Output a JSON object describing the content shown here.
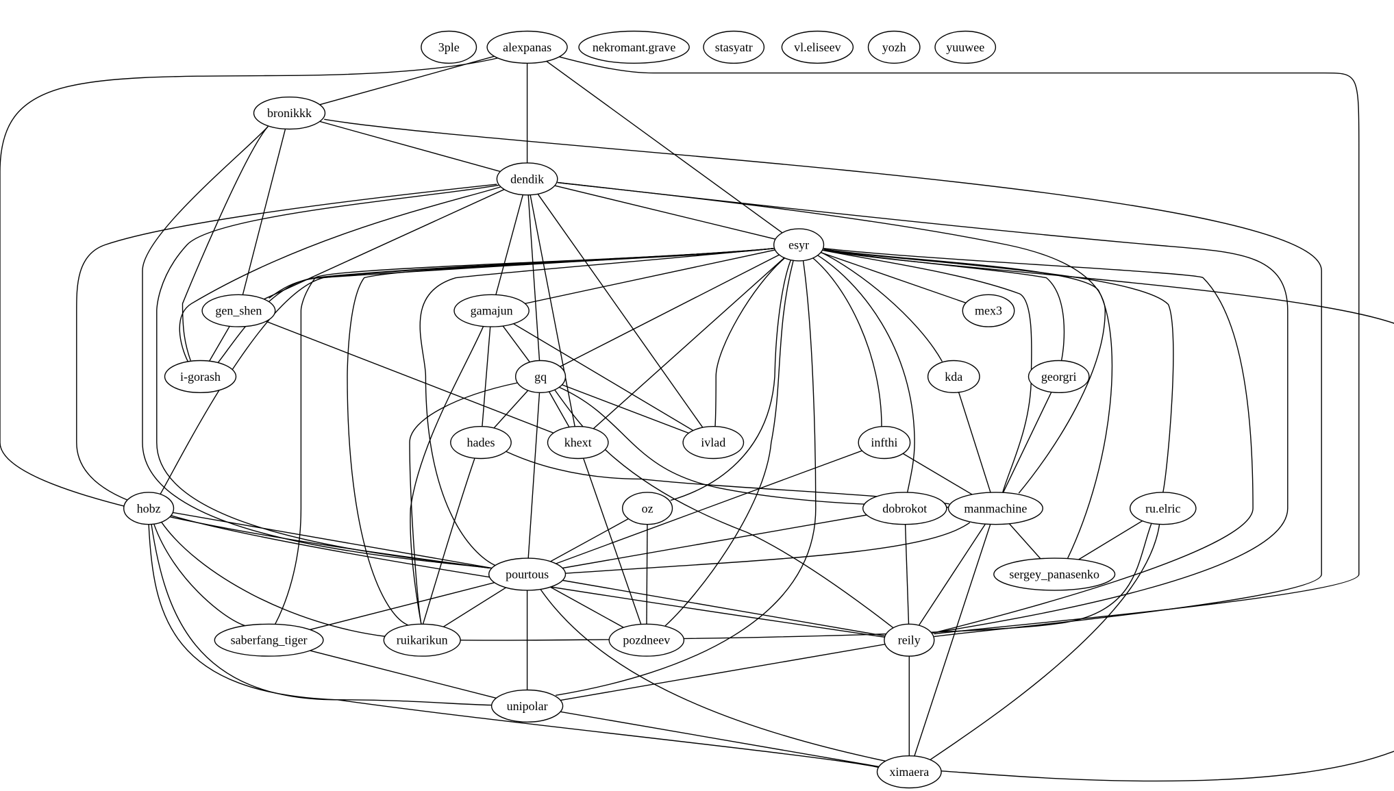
{
  "graph": {
    "directed": false,
    "nodes": [
      {
        "id": "3ple",
        "label": "3ple"
      },
      {
        "id": "alexpanas",
        "label": "alexpanas"
      },
      {
        "id": "nekromant.grave",
        "label": "nekromant.grave"
      },
      {
        "id": "stasyatr",
        "label": "stasyatr"
      },
      {
        "id": "vl.eliseev",
        "label": "vl.eliseev"
      },
      {
        "id": "yozh",
        "label": "yozh"
      },
      {
        "id": "yuuwee",
        "label": "yuuwee"
      },
      {
        "id": "bronikkk",
        "label": "bronikkk"
      },
      {
        "id": "dendik",
        "label": "dendik"
      },
      {
        "id": "esyr",
        "label": "esyr"
      },
      {
        "id": "gen_shen",
        "label": "gen_shen"
      },
      {
        "id": "gamajun",
        "label": "gamajun"
      },
      {
        "id": "mex3",
        "label": "mex3"
      },
      {
        "id": "i-gorash",
        "label": "i-gorash"
      },
      {
        "id": "gq",
        "label": "gq"
      },
      {
        "id": "kda",
        "label": "kda"
      },
      {
        "id": "georgri",
        "label": "georgri"
      },
      {
        "id": "hades",
        "label": "hades"
      },
      {
        "id": "khext",
        "label": "khext"
      },
      {
        "id": "ivlad",
        "label": "ivlad"
      },
      {
        "id": "infthi",
        "label": "infthi"
      },
      {
        "id": "hobz",
        "label": "hobz"
      },
      {
        "id": "oz",
        "label": "oz"
      },
      {
        "id": "dobrokot",
        "label": "dobrokot"
      },
      {
        "id": "manmachine",
        "label": "manmachine"
      },
      {
        "id": "ru.elric",
        "label": "ru.elric"
      },
      {
        "id": "pourtous",
        "label": "pourtous"
      },
      {
        "id": "sergey_panasenko",
        "label": "sergey_panasenko"
      },
      {
        "id": "saberfang_tiger",
        "label": "saberfang_tiger"
      },
      {
        "id": "ruikarikun",
        "label": "ruikarikun"
      },
      {
        "id": "pozdneev",
        "label": "pozdneev"
      },
      {
        "id": "reily",
        "label": "reily"
      },
      {
        "id": "unipolar",
        "label": "unipolar"
      },
      {
        "id": "ximaera",
        "label": "ximaera"
      }
    ],
    "edges": [
      [
        "alexpanas",
        "bronikkk"
      ],
      [
        "alexpanas",
        "dendik"
      ],
      [
        "alexpanas",
        "esyr"
      ],
      [
        "alexpanas",
        "pourtous"
      ],
      [
        "alexpanas",
        "reily"
      ],
      [
        "bronikkk",
        "dendik"
      ],
      [
        "bronikkk",
        "gen_shen"
      ],
      [
        "bronikkk",
        "i-gorash"
      ],
      [
        "bronikkk",
        "pourtous"
      ],
      [
        "bronikkk",
        "reily"
      ],
      [
        "dendik",
        "esyr"
      ],
      [
        "dendik",
        "gen_shen"
      ],
      [
        "dendik",
        "gamajun"
      ],
      [
        "dendik",
        "i-gorash"
      ],
      [
        "dendik",
        "gq"
      ],
      [
        "dendik",
        "khext"
      ],
      [
        "dendik",
        "ivlad"
      ],
      [
        "dendik",
        "hobz"
      ],
      [
        "dendik",
        "pourtous"
      ],
      [
        "dendik",
        "manmachine"
      ],
      [
        "dendik",
        "reily"
      ],
      [
        "esyr",
        "gen_shen"
      ],
      [
        "esyr",
        "gamajun"
      ],
      [
        "esyr",
        "mex3"
      ],
      [
        "esyr",
        "i-gorash"
      ],
      [
        "esyr",
        "gq"
      ],
      [
        "esyr",
        "kda"
      ],
      [
        "esyr",
        "georgri"
      ],
      [
        "esyr",
        "khext"
      ],
      [
        "esyr",
        "ivlad"
      ],
      [
        "esyr",
        "infthi"
      ],
      [
        "esyr",
        "hobz"
      ],
      [
        "esyr",
        "oz"
      ],
      [
        "esyr",
        "dobrokot"
      ],
      [
        "esyr",
        "manmachine"
      ],
      [
        "esyr",
        "ru.elric"
      ],
      [
        "esyr",
        "pourtous"
      ],
      [
        "esyr",
        "sergey_panasenko"
      ],
      [
        "esyr",
        "saberfang_tiger"
      ],
      [
        "esyr",
        "ruikarikun"
      ],
      [
        "esyr",
        "pozdneev"
      ],
      [
        "esyr",
        "reily"
      ],
      [
        "esyr",
        "unipolar"
      ],
      [
        "esyr",
        "ximaera"
      ],
      [
        "gen_shen",
        "i-gorash"
      ],
      [
        "gen_shen",
        "khext"
      ],
      [
        "gamajun",
        "gq"
      ],
      [
        "gamajun",
        "hades"
      ],
      [
        "gamajun",
        "ivlad"
      ],
      [
        "gamajun",
        "ruikarikun"
      ],
      [
        "gq",
        "hades"
      ],
      [
        "gq",
        "khext"
      ],
      [
        "gq",
        "ivlad"
      ],
      [
        "gq",
        "manmachine"
      ],
      [
        "gq",
        "pourtous"
      ],
      [
        "gq",
        "ruikarikun"
      ],
      [
        "gq",
        "reily"
      ],
      [
        "hades",
        "manmachine"
      ],
      [
        "hades",
        "ruikarikun"
      ],
      [
        "khext",
        "pozdneev"
      ],
      [
        "kda",
        "manmachine"
      ],
      [
        "georgri",
        "manmachine"
      ],
      [
        "infthi",
        "manmachine"
      ],
      [
        "infthi",
        "pourtous"
      ],
      [
        "hobz",
        "pourtous"
      ],
      [
        "hobz",
        "saberfang_tiger"
      ],
      [
        "hobz",
        "ruikarikun"
      ],
      [
        "hobz",
        "reily"
      ],
      [
        "hobz",
        "unipolar"
      ],
      [
        "hobz",
        "ximaera"
      ],
      [
        "oz",
        "pourtous"
      ],
      [
        "oz",
        "pozdneev"
      ],
      [
        "dobrokot",
        "pourtous"
      ],
      [
        "dobrokot",
        "reily"
      ],
      [
        "manmachine",
        "pourtous"
      ],
      [
        "manmachine",
        "sergey_panasenko"
      ],
      [
        "manmachine",
        "reily"
      ],
      [
        "manmachine",
        "ximaera"
      ],
      [
        "ru.elric",
        "sergey_panasenko"
      ],
      [
        "ru.elric",
        "ruikarikun"
      ],
      [
        "ru.elric",
        "ximaera"
      ],
      [
        "pourtous",
        "saberfang_tiger"
      ],
      [
        "pourtous",
        "ruikarikun"
      ],
      [
        "pourtous",
        "pozdneev"
      ],
      [
        "pourtous",
        "reily"
      ],
      [
        "pourtous",
        "unipolar"
      ],
      [
        "pourtous",
        "ximaera"
      ],
      [
        "saberfang_tiger",
        "unipolar"
      ],
      [
        "reily",
        "unipolar"
      ],
      [
        "reily",
        "ximaera"
      ],
      [
        "unipolar",
        "ximaera"
      ]
    ]
  }
}
